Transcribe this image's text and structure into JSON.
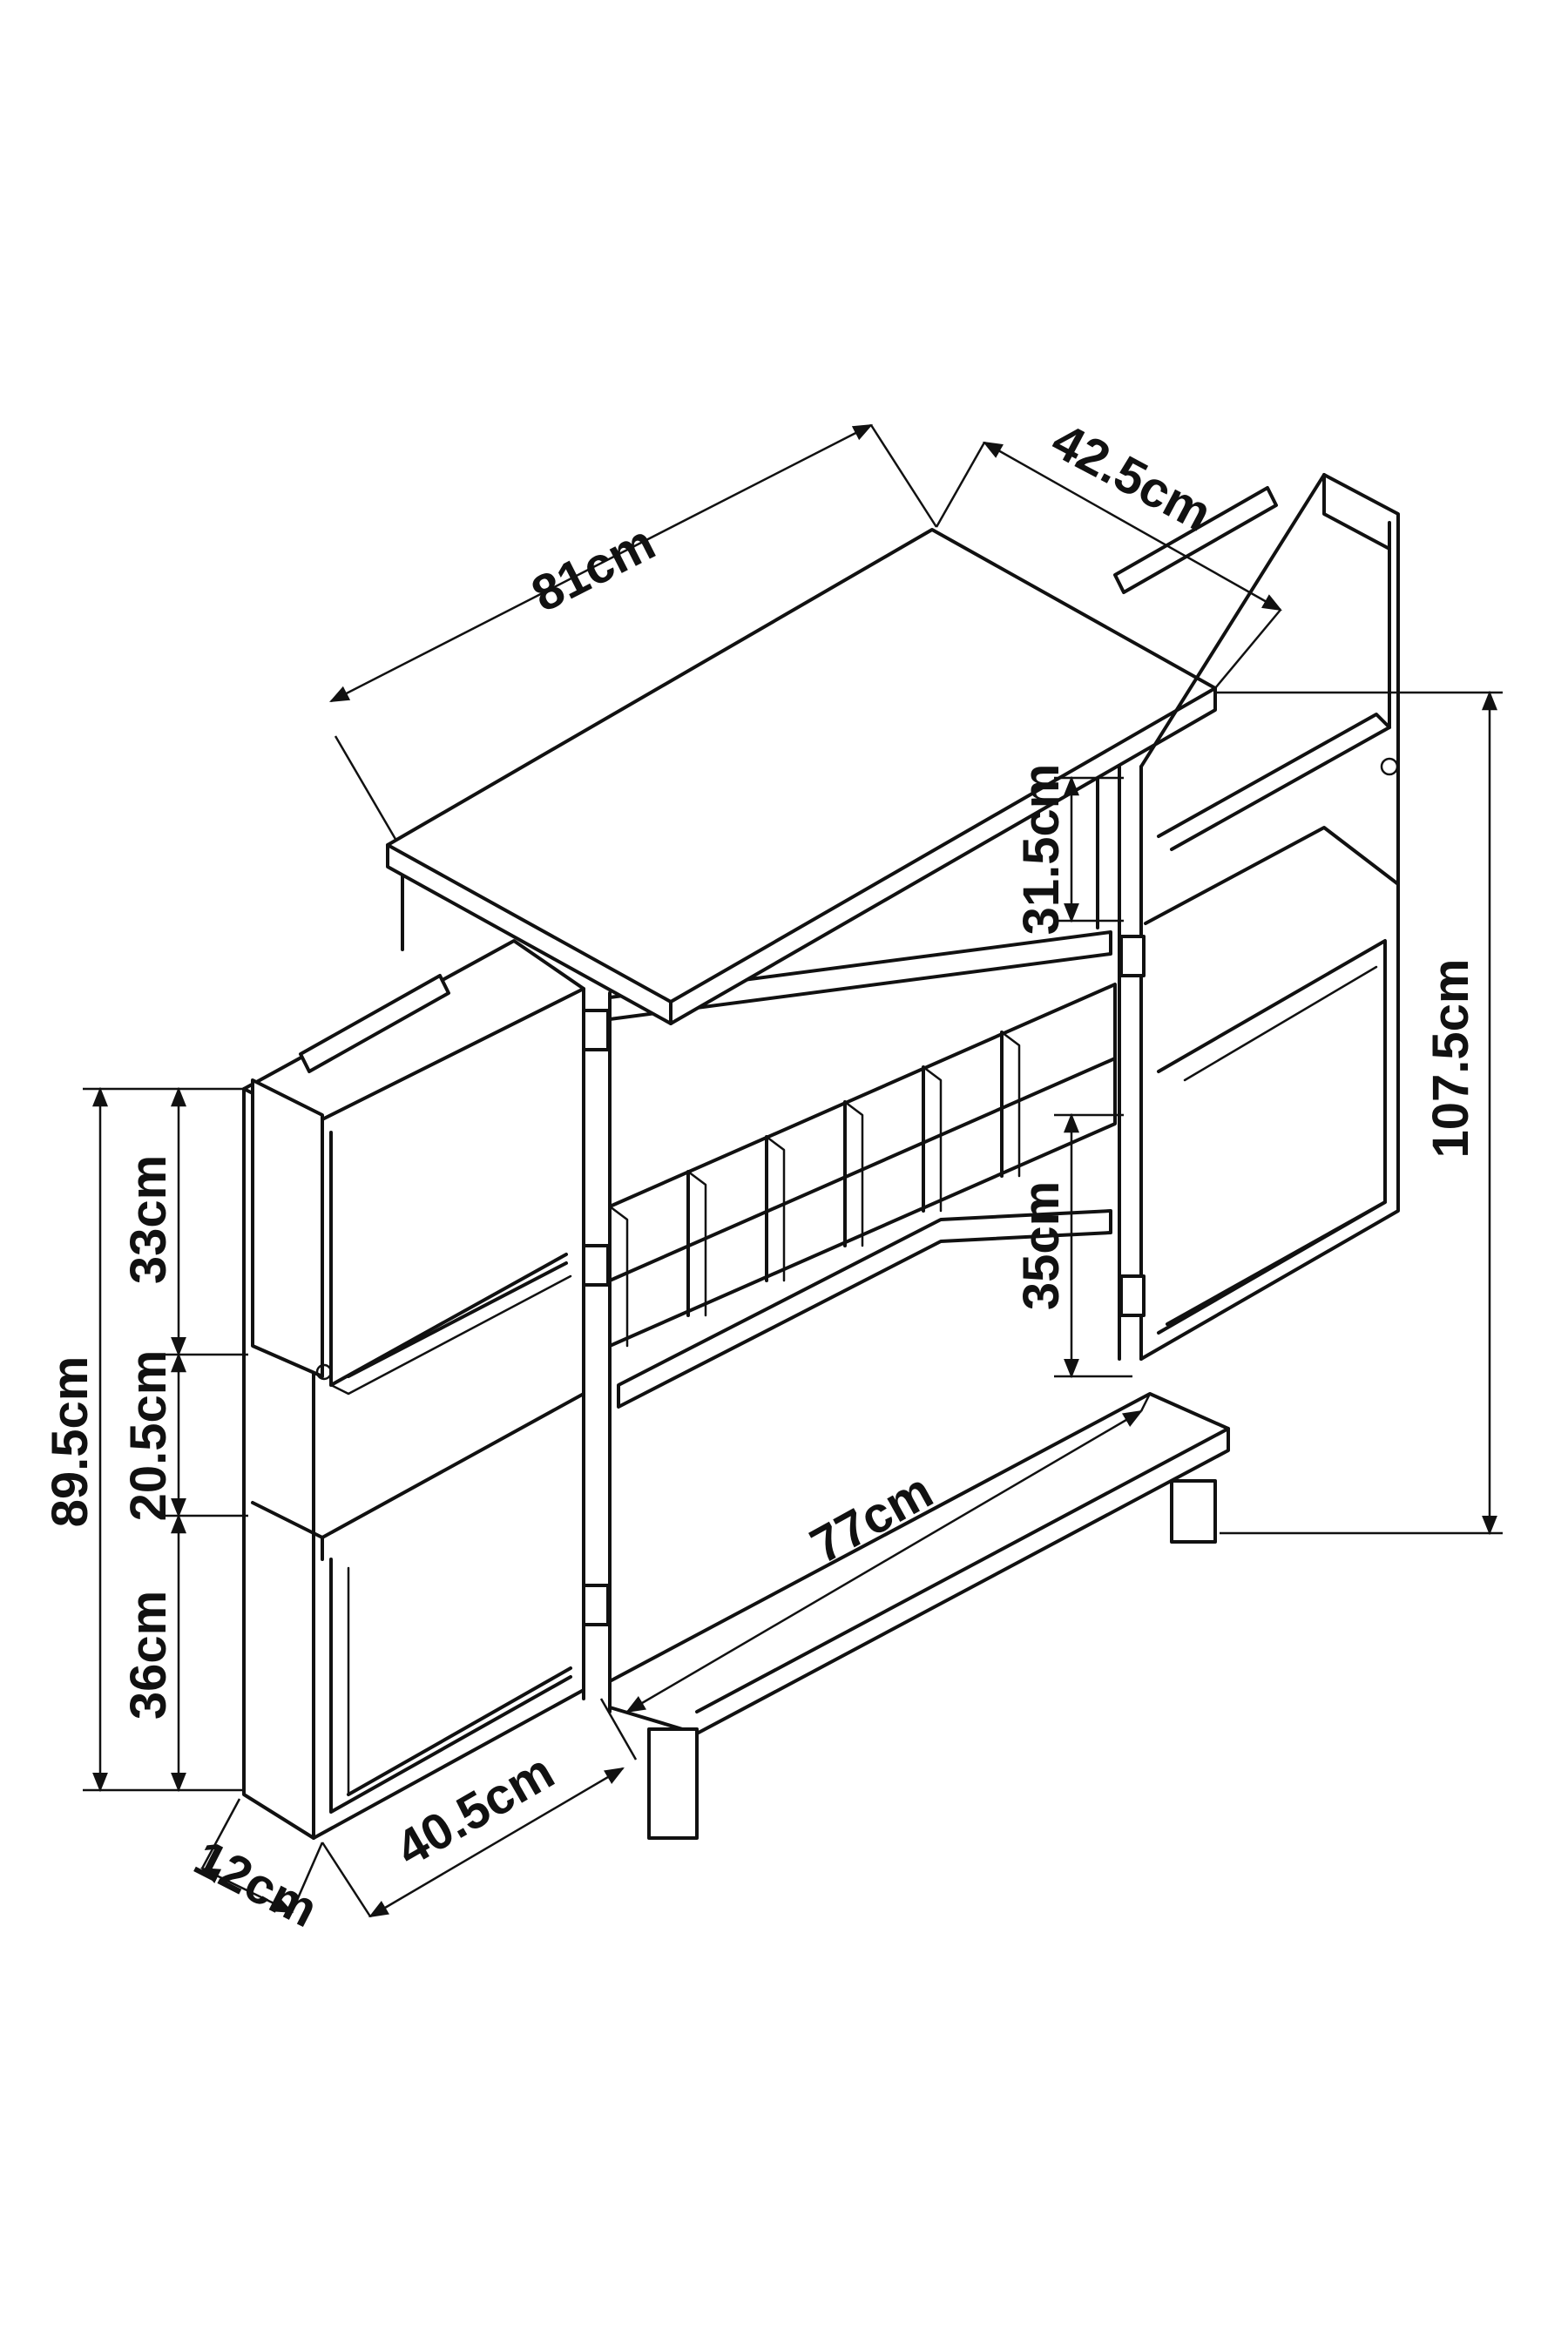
{
  "diagram": {
    "subject": "bar cabinet with open doors",
    "dimensions": {
      "top_width": "81cm",
      "top_depth": "42.5cm",
      "total_height": "107.5cm",
      "upper_gap": "31.5cm",
      "wine_rack_height": "35cm",
      "base_width": "77cm",
      "door_height": "89.5cm",
      "door_upper": "33cm",
      "door_middle": "20.5cm",
      "door_lower": "36cm",
      "door_width": "40.5cm",
      "door_depth": "12cm"
    }
  }
}
